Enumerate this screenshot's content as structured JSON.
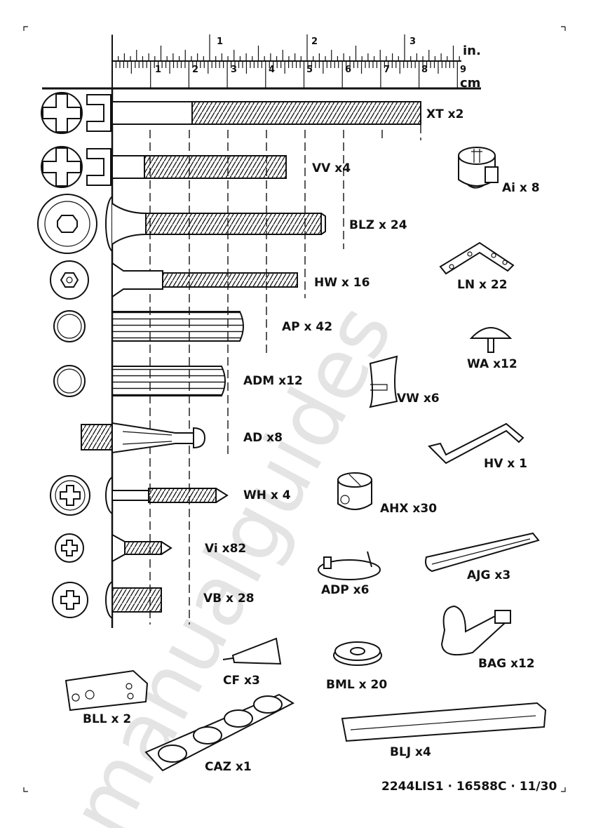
{
  "ruler": {
    "inch_labels": [
      "1",
      "2",
      "3"
    ],
    "inch_unit": "in.",
    "cm_labels": [
      "1",
      "2",
      "3",
      "4",
      "5",
      "6",
      "7",
      "8",
      "9"
    ],
    "cm_unit": "cm"
  },
  "parts": {
    "xt": "XT  x2",
    "vv": "VV  x4",
    "blz": "BLZ  x 24",
    "hw": "HW  x 16",
    "ap": "AP  x 42",
    "adm": "ADM  x12",
    "ad": "AD  x8",
    "wh": "WH  x 4",
    "vi": "Vi  x82",
    "vb": "VB  x 28",
    "ai": "Ai  x 8",
    "ln": "LN  x 22",
    "wa": "WA  x12",
    "vw": "VW  x6",
    "hv": "HV  x 1",
    "ahx": "AHX  x30",
    "adp": "ADP  x6",
    "ajg": "AJG  x3",
    "bag": "BAG  x12",
    "cf": "CF  x3",
    "bml": "BML  x 20",
    "bll": "BLL  x 2",
    "blj": "BLJ  x4",
    "caz": "CAZ  x1"
  },
  "footer": "2244LIS1  ·  16588C  ·  11/30",
  "watermark": "manualguides"
}
